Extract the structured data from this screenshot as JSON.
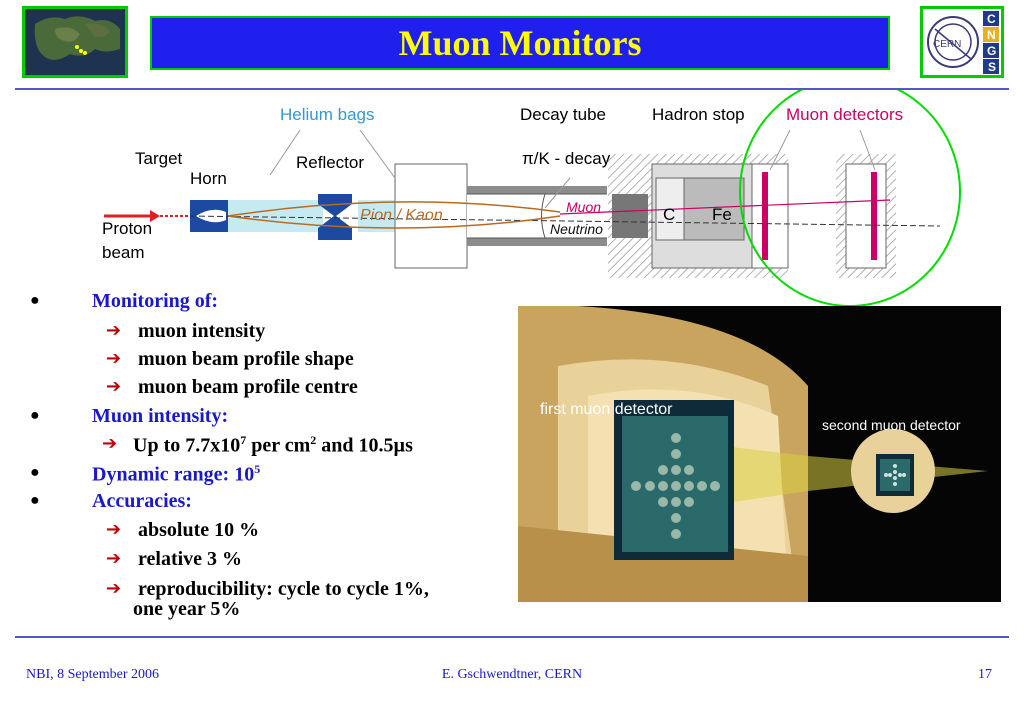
{
  "header": {
    "title": "Muon Monitors",
    "cern_logo": {
      "text": "CERN",
      "letters": [
        "C",
        "N",
        "G",
        "S"
      ]
    }
  },
  "diagram": {
    "labels": {
      "helium_bags": "Helium bags",
      "decay_tube": "Decay tube",
      "hadron_stop": "Hadron stop",
      "muon_detectors": "Muon detectors",
      "target": "Target",
      "horn": "Horn",
      "reflector": "Reflector",
      "pik_decay": "π/K - decay",
      "proton": "Proton",
      "beam": "beam",
      "pion_kaon": "Pion / Kaon",
      "muon": "Muon",
      "neutrino": "Neutrino",
      "c": "C",
      "fe": "Fe"
    }
  },
  "content": {
    "items": [
      {
        "type": "main",
        "text": "Monitoring of:"
      },
      {
        "type": "sub",
        "text": "muon intensity"
      },
      {
        "type": "sub",
        "text": "muon beam profile shape"
      },
      {
        "type": "sub",
        "text": "muon beam profile centre"
      },
      {
        "type": "main",
        "text": "Muon intensity:"
      },
      {
        "type": "sub",
        "text_parts": [
          "Up to 7.7x10",
          "7",
          " per cm",
          "2",
          " and 10.5µs"
        ]
      },
      {
        "type": "main",
        "text_parts": [
          "Dynamic range: 10",
          "5"
        ]
      },
      {
        "type": "main",
        "text": "Accuracies:"
      },
      {
        "type": "sub",
        "text": "absolute 10 %"
      },
      {
        "type": "sub",
        "text": "relative 3 %"
      },
      {
        "type": "sub",
        "text": "reproducibility: cycle to cycle 1%,",
        "continuation": "one year 5%"
      }
    ]
  },
  "photo": {
    "label_first": "first muon detector",
    "label_second": "second muon detector"
  },
  "footer": {
    "left": "NBI, 8 September 2006",
    "center": "E. Gschwendtner, CERN",
    "right": "17"
  },
  "colors": {
    "title_bg": "#2020ee",
    "title_text": "#ffff00",
    "logo_border": "#00cc00",
    "bullet_blue": "#1818cc",
    "arrow_red": "#c00000",
    "muon_magenta": "#cc0066"
  }
}
